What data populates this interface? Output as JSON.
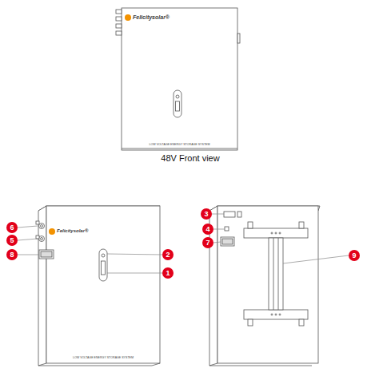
{
  "diagram": {
    "caption": "48V Front view",
    "nodes": [
      {
        "text": [
          "3"
        ]
      },
      {
        "text": [
          "6"
        ]
      },
      {
        "text": [
          "4"
        ]
      },
      {
        "text": [
          "5"
        ]
      },
      {
        "text": [
          "7"
        ]
      },
      {
        "text": [
          "8"
        ]
      },
      {
        "text": [
          "2"
        ]
      },
      {
        "text": [
          "9"
        ]
      },
      {
        "text": [
          "1"
        ]
      }
    ],
    "labels": [
      "Felicitysolar®",
      "LOW VOLTAGE ENERGY STORAGE SYSTEM",
      "Felicitysolar®",
      "LOW VOLTAGE ENERGY STORAGE SYSTEM"
    ]
  }
}
